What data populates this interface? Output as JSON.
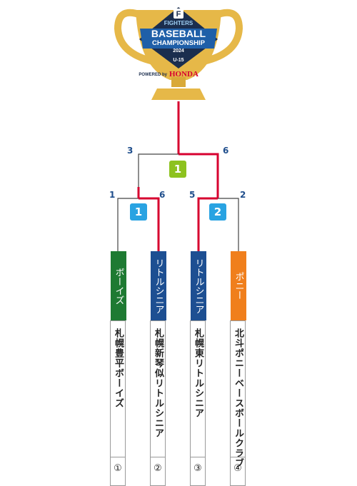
{
  "logo": {
    "brand": "FIGHTERS",
    "line1": "BASEBALL",
    "line2": "CHAMPIONSHIP",
    "year": "2024",
    "category": "U-15",
    "powered_by": "POWERED by",
    "sponsor": "HONDA"
  },
  "final": {
    "game_number": "1",
    "left_score": "3",
    "right_score": "6"
  },
  "semis": [
    {
      "game_number": "1",
      "left_score": "1",
      "right_score": "6"
    },
    {
      "game_number": "2",
      "left_score": "5",
      "right_score": "2"
    }
  ],
  "teams": [
    {
      "league": "ボーイズ",
      "league_color": "#1e7a32",
      "name": "札幌豊平ボーイズ",
      "seed": "①"
    },
    {
      "league": "リトルシニア",
      "league_color": "#1d4f92",
      "name": "札幌新琴似リトルシニア",
      "seed": "②"
    },
    {
      "league": "リトルシニア",
      "league_color": "#1d4f92",
      "name": "札幌東リトルシニア",
      "seed": "③"
    },
    {
      "league": "ポニー",
      "league_color": "#f07f1c",
      "name": "北斗ポニーベースボールクラブ",
      "seed": "④"
    }
  ],
  "colors": {
    "winner_line": "#d7002f",
    "loser_line": "#444444",
    "trophy_gold": "#e6b848",
    "final_badge": "#8dc21f",
    "semi_badge": "#29a3e2",
    "score_text": "#1f4e8c"
  }
}
